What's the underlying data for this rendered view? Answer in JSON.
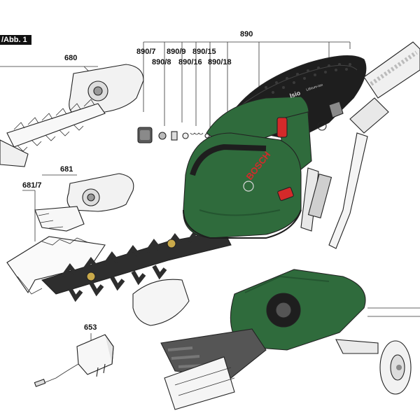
{
  "figure": {
    "tag": "/Abb. 1"
  },
  "parts": {
    "main": "890",
    "sub": [
      "890/7",
      "890/9",
      "890/15",
      "890/8",
      "890/16",
      "890/18"
    ],
    "hedge_blade": "680",
    "grass_blade": "681",
    "grass_guard": "681/7",
    "charger": "653"
  },
  "tool": {
    "brand": "BOSCH",
    "model": "Isio",
    "line": "Lithium-Ion"
  },
  "colors": {
    "body_green": "#2f6b3c",
    "body_dark": "#1e1e1e",
    "switch_red": "#d42a2a",
    "blade": "#2a2a2a",
    "grey": "#9a9a9a"
  }
}
